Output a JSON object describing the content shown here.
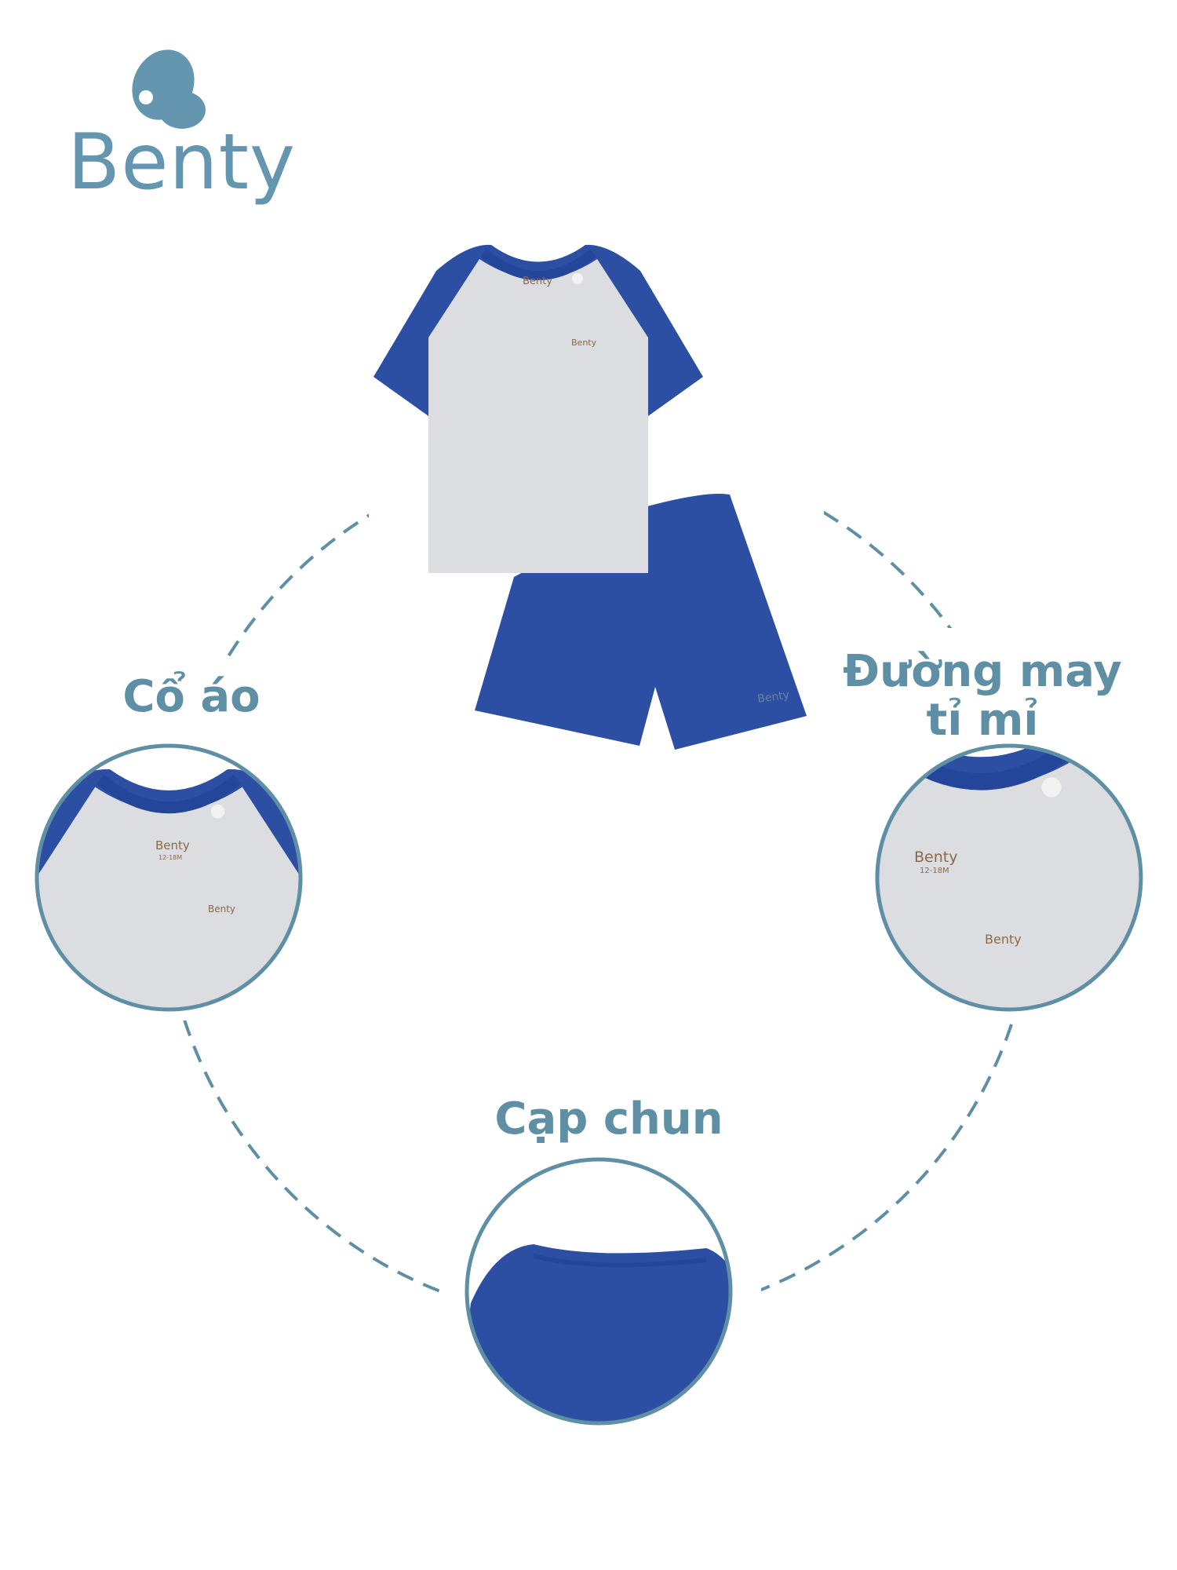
{
  "brand": {
    "name": "Benty",
    "color": "#6496af"
  },
  "colors": {
    "accent": "#5e8fa5",
    "garment_blue": "#2c4fa3",
    "garment_grey": "#dcdde1",
    "label_brown": "#8a6a4a"
  },
  "garment_labels": {
    "brand": "Benty",
    "size": "12-18M"
  },
  "features": [
    {
      "label": "Cổ áo",
      "icon": "collar-closeup"
    },
    {
      "label_line1": "Đường may",
      "label_line2": "tỉ mỉ",
      "icon": "seam-closeup"
    },
    {
      "label": "Cạp chun",
      "icon": "waistband-closeup"
    }
  ]
}
